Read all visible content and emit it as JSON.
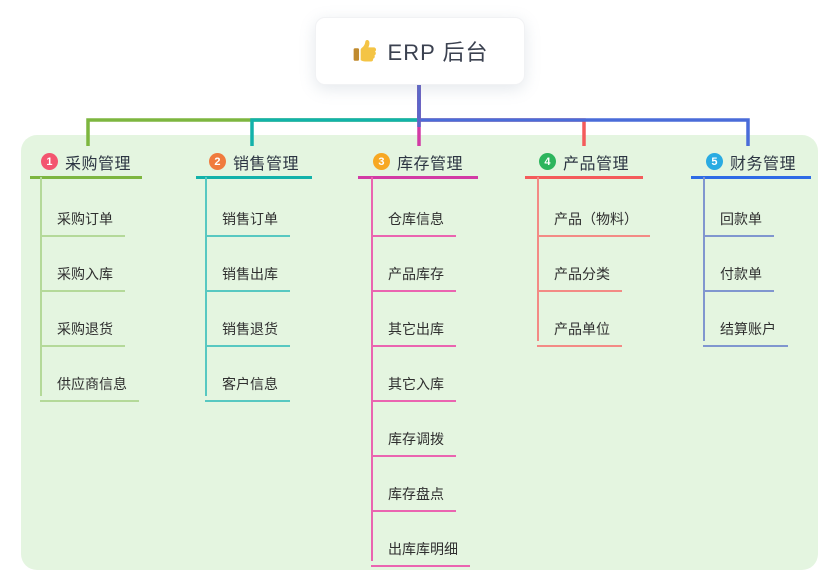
{
  "root": {
    "icon": "thumbs-up-icon",
    "label": "ERP 后台"
  },
  "colors": {
    "page_bg": "#ffffff",
    "panel_bg": "#e4f5e0",
    "trunk": "#5a67cb",
    "root_text": "#3b4150"
  },
  "branches": [
    {
      "number": "1",
      "label": "采购管理",
      "badge_color": "#f3556f",
      "line_color": "#7db63f",
      "connector_color": "#7db63f",
      "child_line_color": "#b4d999",
      "children": [
        "采购订单",
        "采购入库",
        "采购退货",
        "供应商信息"
      ]
    },
    {
      "number": "2",
      "label": "销售管理",
      "badge_color": "#f07b3e",
      "line_color": "#12b2aa",
      "connector_color": "#12b2aa",
      "child_line_color": "#57c8c1",
      "children": [
        "销售订单",
        "销售出库",
        "销售退货",
        "客户信息"
      ]
    },
    {
      "number": "3",
      "label": "库存管理",
      "badge_color": "#f7a823",
      "line_color": "#d23ba5",
      "connector_color": "#d23ba5",
      "child_line_color": "#ea64b0",
      "children": [
        "仓库信息",
        "产品库存",
        "其它出库",
        "其它入库",
        "库存调拨",
        "库存盘点",
        "出库库明细"
      ]
    },
    {
      "number": "4",
      "label": "产品管理",
      "badge_color": "#2db55d",
      "line_color": "#f45b5b",
      "connector_color": "#f45b5b",
      "child_line_color": "#f38a85",
      "children": [
        "产品（物料）",
        "产品分类",
        "产品单位"
      ]
    },
    {
      "number": "5",
      "label": "财务管理",
      "badge_color": "#2aabe2",
      "line_color": "#2e6be6",
      "connector_color": "#4a6cd9",
      "child_line_color": "#8096cf",
      "children": [
        "回款单",
        "付款单",
        "结算账户"
      ]
    }
  ]
}
